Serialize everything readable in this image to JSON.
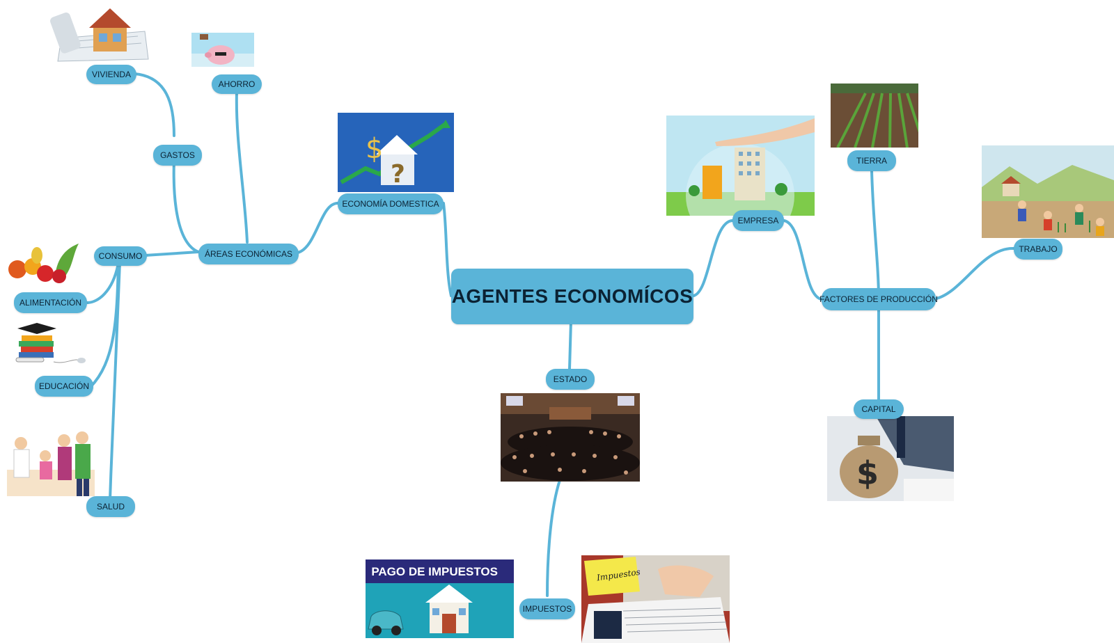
{
  "title": "AGENTES ECONOMÍCOS",
  "nodes": {
    "vivienda": "VIVIENDA",
    "ahorro": "AHORRO",
    "gastos": "GASTOS",
    "consumo": "CONSUMO",
    "areas": "ÁREAS ECONÓMICAS",
    "alimentacion": "ALIMENTACIÓN",
    "educacion": "EDUCACIÓN",
    "salud": "SALUD",
    "economia_domestica": "ECONOMÍA DOMESTICA",
    "empresa": "EMPRESA",
    "tierra": "TIERRA",
    "trabajo": "TRABAJO",
    "factores": "FACTORES DE PRODUCCIÓN",
    "capital": "CAPITAL",
    "estado": "ESTADO",
    "impuestos": "IMPUESTOS"
  },
  "images": {
    "pago_banner": "PAGO DE IMPUESTOS",
    "impuestos_note": "Impuestos",
    "dollar_sign": "$"
  },
  "colors": {
    "node": "#5ab4d8",
    "connector": "#5ab4d8",
    "text": "#0b2233"
  }
}
